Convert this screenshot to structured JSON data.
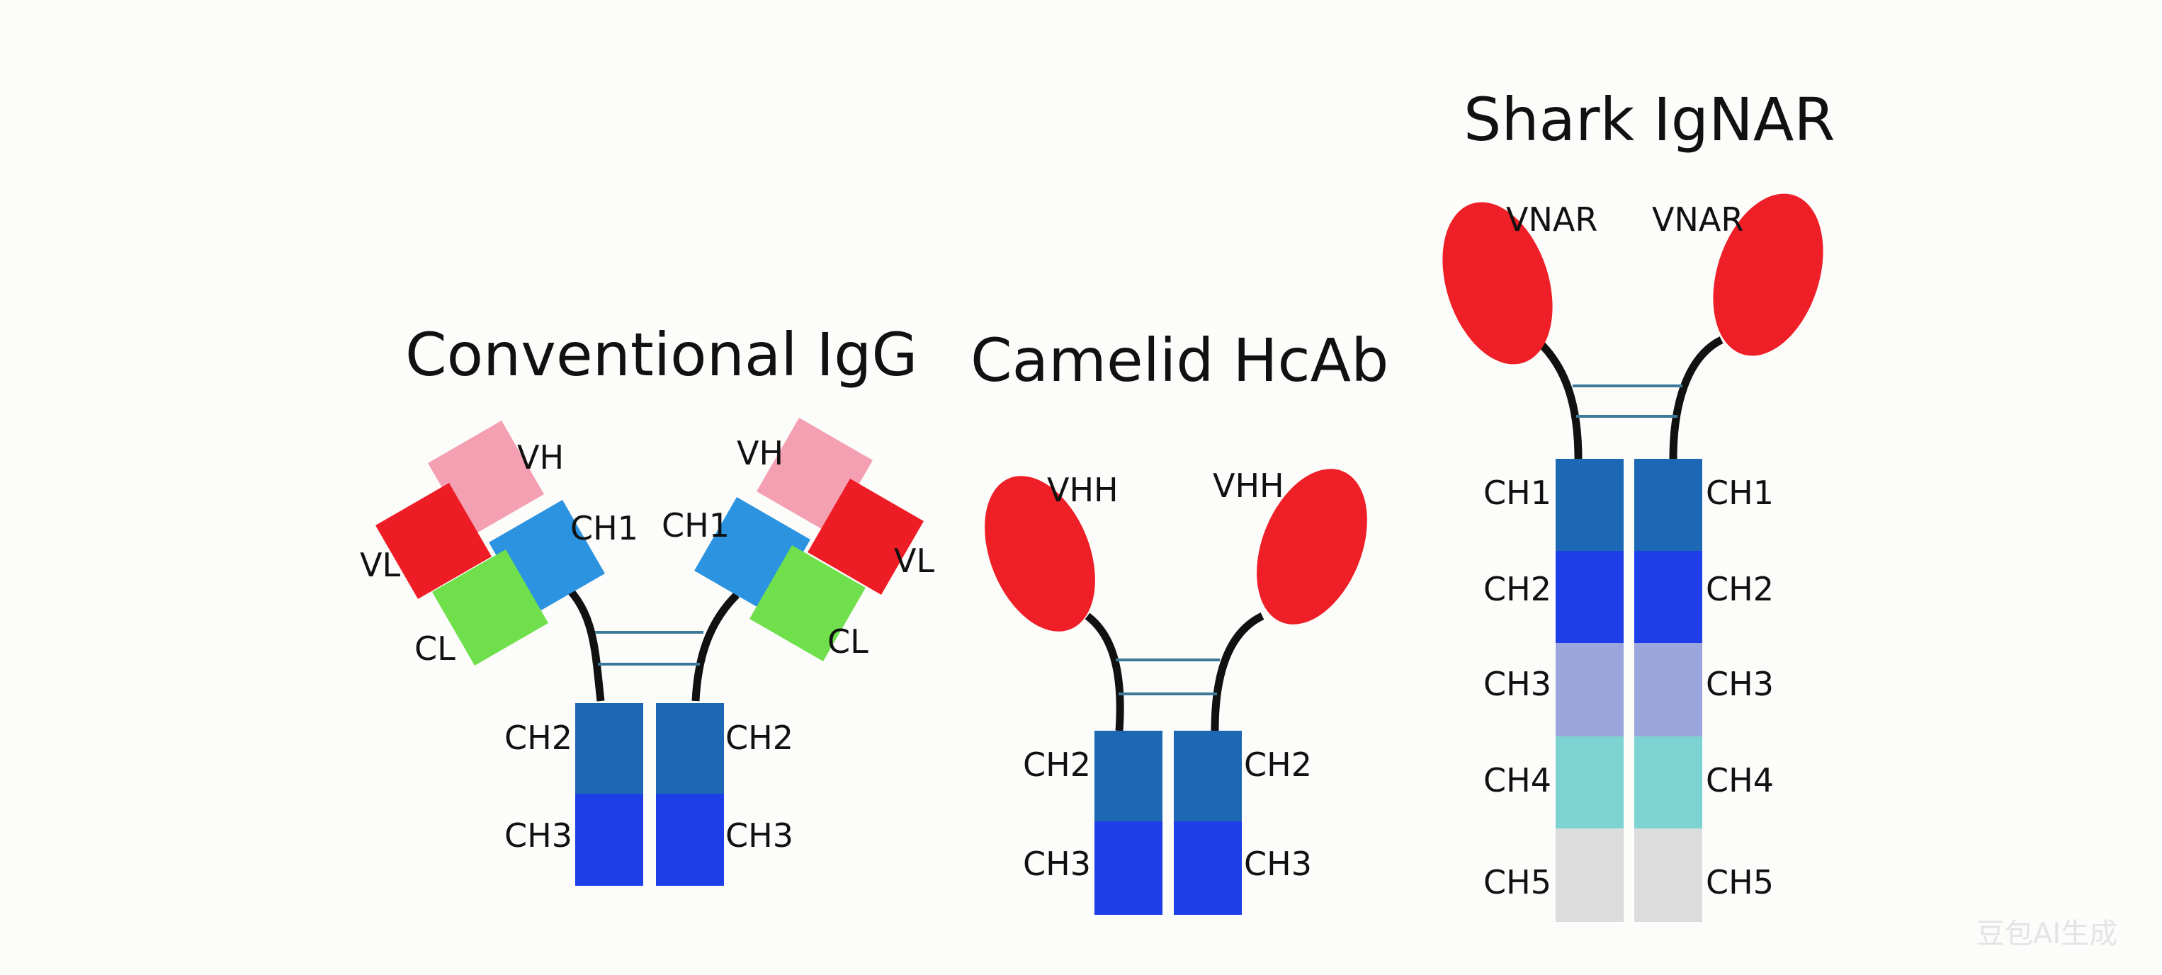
{
  "titles": {
    "igg": "Conventional IgG",
    "hcab": "Camelid HcAb",
    "ignar": "Shark IgNAR"
  },
  "igg_labels": {
    "vh": "VH",
    "vl": "VL",
    "ch1": "CH1",
    "cl": "CL",
    "ch2": "CH2",
    "ch3": "CH3"
  },
  "hcab_labels": {
    "vhh": "VHH",
    "ch2": "CH2",
    "ch3": "CH3"
  },
  "ignar_labels": {
    "vnar": "VNAR",
    "ch1": "CH1",
    "ch2": "CH2",
    "ch3": "CH3",
    "ch4": "CH4",
    "ch5": "CH5"
  },
  "watermark": "豆包AI生成",
  "colors": {
    "vh": "#f4a0b2",
    "vl": "#ee1c24",
    "ch1_arm": "#2b93e0",
    "cl": "#6fe04b",
    "ch_dark": "#1c68b4",
    "ch3_blue": "#1e3ee8",
    "ch3_lavender": "#9aa6dc",
    "ch4_teal": "#7dd3d1",
    "ch5_grey": "#dcdcdc",
    "variable_oval": "#ee1f26",
    "hinge": "#111111",
    "disulfide": "#3d7a9a"
  }
}
